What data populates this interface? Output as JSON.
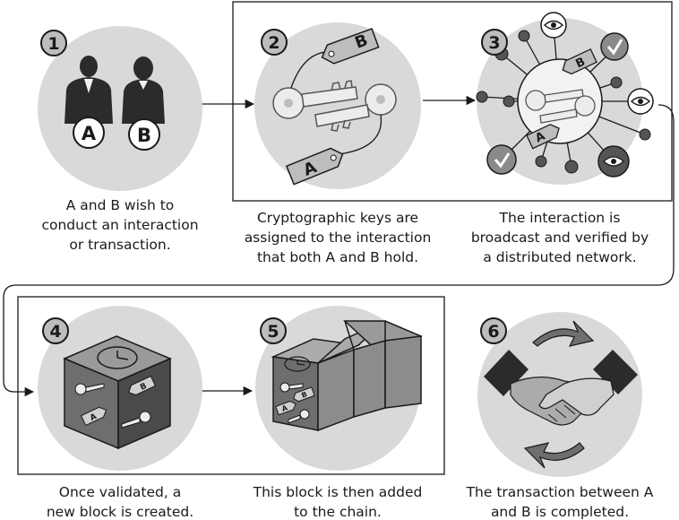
{
  "steps": [
    {
      "num": "1",
      "caption": "A and B wish to\nconduct an interaction\nor transaction."
    },
    {
      "num": "2",
      "caption": "Cryptographic keys are\nassigned to the interaction\nthat both A and B hold."
    },
    {
      "num": "3",
      "caption": "The interaction is\nbroadcast and verified by\na distributed network."
    },
    {
      "num": "4",
      "caption": "Once validated, a\nnew block is created."
    },
    {
      "num": "5",
      "caption": "This block is then added\nto the chain."
    },
    {
      "num": "6",
      "caption": "The transaction between A\nand B is completed."
    }
  ],
  "labels": {
    "a": "A",
    "b": "B"
  },
  "colors": {
    "circle": "#d9d9d9",
    "dark": "#2b2b2b",
    "mid": "#8a8a8a",
    "light": "#f2f2f2",
    "line": "#1a1a1a"
  }
}
